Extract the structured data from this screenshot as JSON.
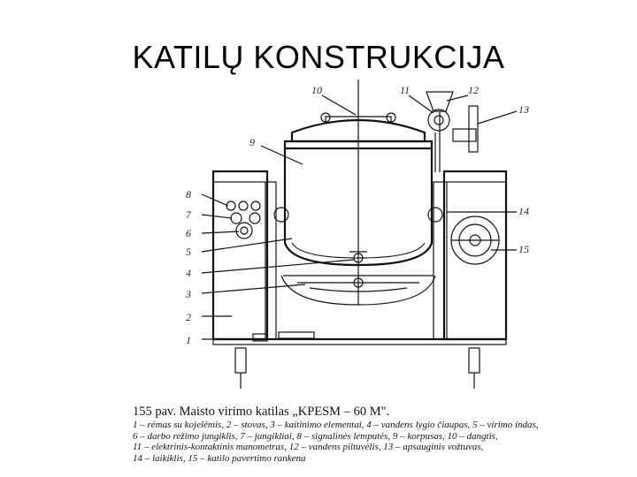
{
  "title": "KATILŲ KONSTRUKCIJA",
  "labels": [
    "1",
    "2",
    "3",
    "4",
    "5",
    "6",
    "7",
    "8",
    "9",
    "10",
    "11",
    "12",
    "13",
    "14",
    "15"
  ],
  "caption": {
    "title": "155 pav. Maisto virimo katilas „KPESM – 60 M\".",
    "lines": [
      "1 – rėmas su kojelėmis, 2 – stovas, 3 – kaitinimo elementai, 4 – vandens lygio čiaupas, 5 – virimo indas,",
      "6 – darbo režimo jungiklis, 7 – jungikliai, 8 – signalinės lemputės, 9 – korpusas, 10 – dangtis,",
      "11 – elektrinis-kontaktinis manometras, 12 – vandens piltuvėlis, 13 – apsauginis vožtuvas,",
      "14 – laikiklis, 15 – katilo pavertimo rankena"
    ]
  }
}
